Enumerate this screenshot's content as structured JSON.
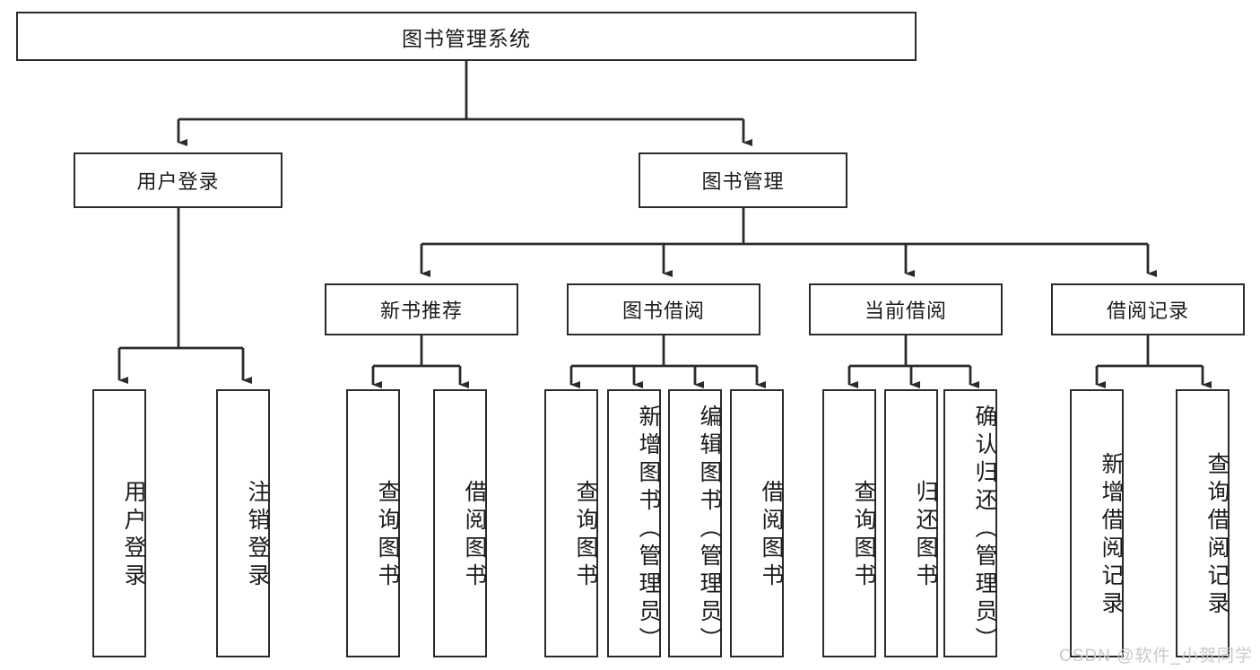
{
  "diagram": {
    "title": "图书管理系统",
    "type": "hierarchy-tree",
    "root": {
      "label": "图书管理系统"
    },
    "level2": [
      {
        "id": "user-login",
        "label": "用户登录"
      },
      {
        "id": "book-manage",
        "label": "图书管理"
      }
    ],
    "level3": [
      {
        "id": "new-book-rec",
        "label": "新书推荐"
      },
      {
        "id": "book-borrow",
        "label": "图书借阅"
      },
      {
        "id": "current-borrow",
        "label": "当前借阅"
      },
      {
        "id": "borrow-record",
        "label": "借阅记录"
      }
    ],
    "leaves": [
      {
        "id": "leaf-user-login",
        "label": "用户登录",
        "parent": "user-login"
      },
      {
        "id": "leaf-user-logout",
        "label": "注销登录",
        "parent": "user-login"
      },
      {
        "id": "leaf-query-book-1",
        "label": "查询图书",
        "parent": "new-book-rec"
      },
      {
        "id": "leaf-borrow-book-1",
        "label": "借阅图书",
        "parent": "new-book-rec"
      },
      {
        "id": "leaf-query-book-2",
        "label": "查询图书",
        "parent": "book-borrow"
      },
      {
        "id": "leaf-add-book",
        "label": "新增图书（管理员）",
        "parent": "book-borrow"
      },
      {
        "id": "leaf-edit-book",
        "label": "编辑图书（管理员）",
        "parent": "book-borrow"
      },
      {
        "id": "leaf-borrow-book-2",
        "label": "借阅图书",
        "parent": "book-borrow"
      },
      {
        "id": "leaf-query-book-3",
        "label": "查询图书",
        "parent": "current-borrow"
      },
      {
        "id": "leaf-return-book",
        "label": "归还图书",
        "parent": "current-borrow"
      },
      {
        "id": "leaf-confirm-return",
        "label": "确认归还（管理员）",
        "parent": "current-borrow"
      },
      {
        "id": "leaf-add-record",
        "label": "新增借阅记录",
        "parent": "borrow-record"
      },
      {
        "id": "leaf-query-record",
        "label": "查询借阅记录",
        "parent": "borrow-record"
      }
    ],
    "colors": {
      "stroke": "#2b2b2b",
      "background": "#ffffff",
      "text": "#1b1b1b",
      "watermark": "#c9c9c9"
    }
  },
  "watermark": {
    "text": "CSDN @软件_小贺同学"
  }
}
